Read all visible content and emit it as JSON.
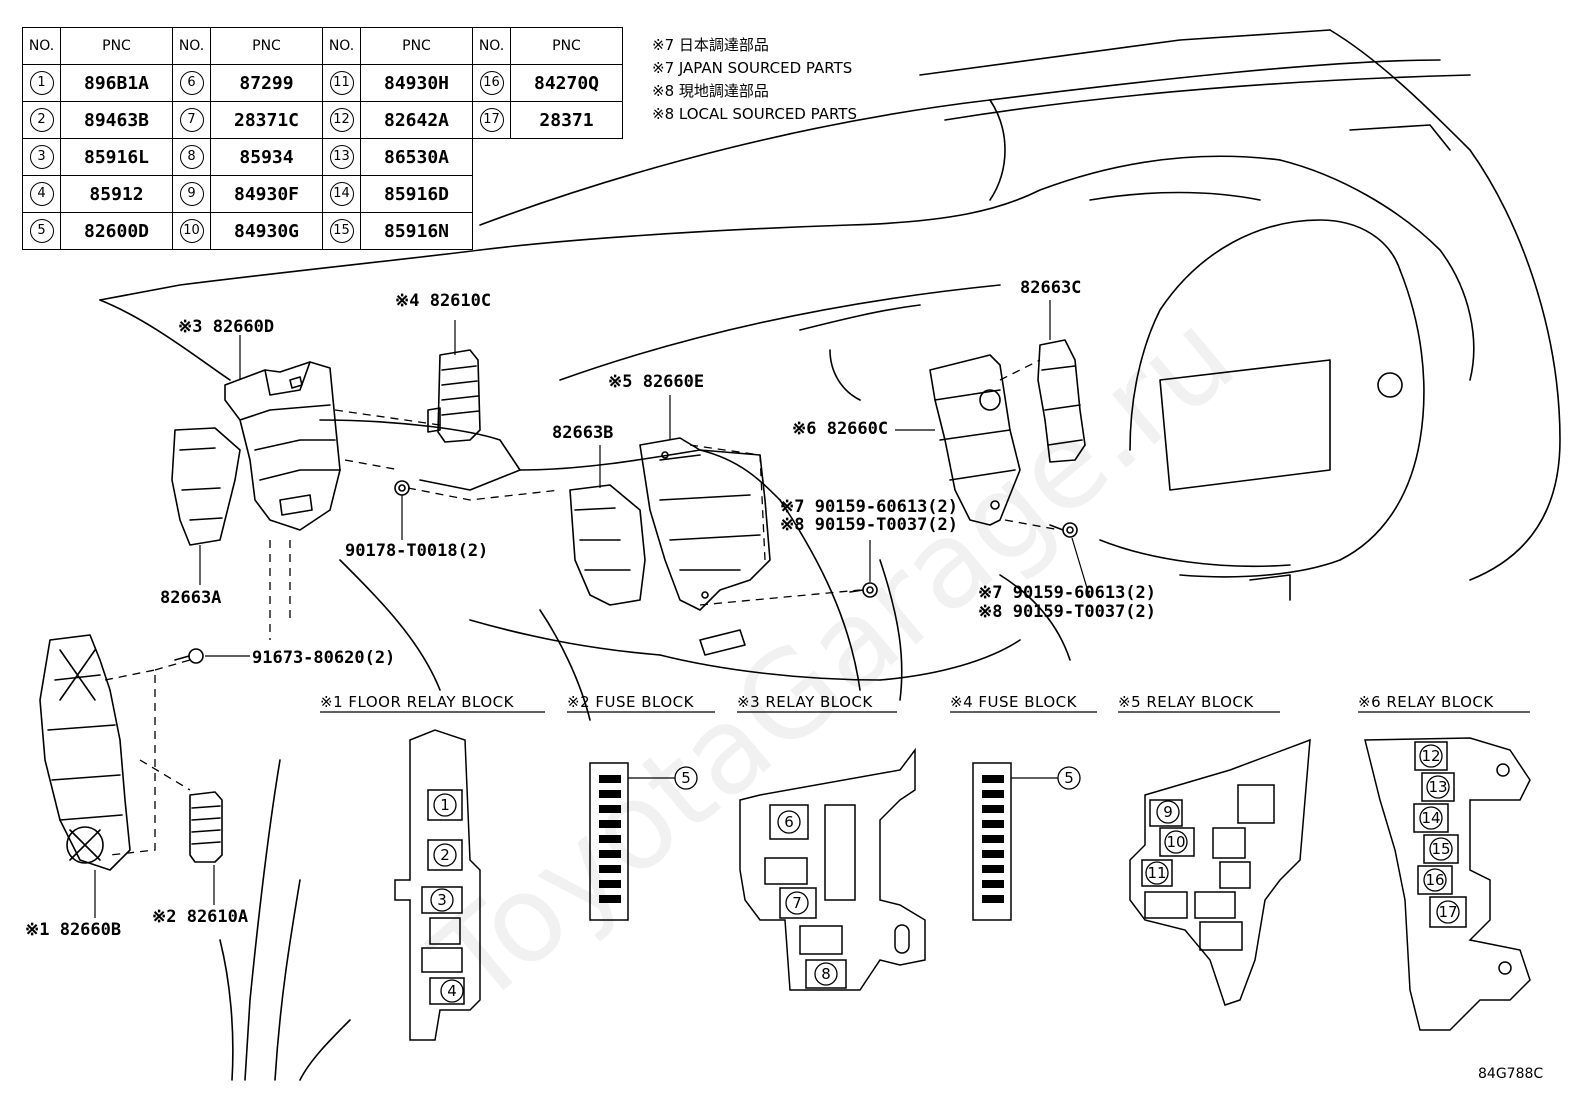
{
  "table": {
    "headers": {
      "no": "NO.",
      "pnc": "PNC"
    },
    "rows": [
      [
        {
          "no": "1",
          "pnc": "896B1A"
        },
        {
          "no": "6",
          "pnc": "87299"
        },
        {
          "no": "11",
          "pnc": "84930H"
        },
        {
          "no": "16",
          "pnc": "84270Q"
        }
      ],
      [
        {
          "no": "2",
          "pnc": "89463B"
        },
        {
          "no": "7",
          "pnc": "28371C"
        },
        {
          "no": "12",
          "pnc": "82642A"
        },
        {
          "no": "17",
          "pnc": "28371"
        }
      ],
      [
        {
          "no": "3",
          "pnc": "85916L"
        },
        {
          "no": "8",
          "pnc": "85934"
        },
        {
          "no": "13",
          "pnc": "86530A"
        },
        null
      ],
      [
        {
          "no": "4",
          "pnc": "85912"
        },
        {
          "no": "9",
          "pnc": "84930F"
        },
        {
          "no": "14",
          "pnc": "85916D"
        },
        null
      ],
      [
        {
          "no": "5",
          "pnc": "82600D"
        },
        {
          "no": "10",
          "pnc": "84930G"
        },
        {
          "no": "15",
          "pnc": "85916N"
        },
        null
      ]
    ]
  },
  "notes": [
    "※7 日本調達部品",
    "※7 JAPAN SOURCED PARTS",
    "※8 現地調達部品",
    "※8 LOCAL SOURCED PARTS"
  ],
  "callouts": {
    "p82660d": "※3 82660D",
    "p82610c": "※4 82610C",
    "p82663a": "82663A",
    "p90178": "90178-T0018(2)",
    "p82660e": "※5 82660E",
    "p82663b": "82663B",
    "p82660c": "※6 82660C",
    "p82663c": "82663C",
    "bolt1_a": "※7 90159-60613(2)",
    "bolt1_b": "※8 90159-T0037(2)",
    "bolt2_a": "※7 90159-60613(2)",
    "bolt2_b": "※8 90159-T0037(2)",
    "p91673": "91673-80620(2)",
    "p82660b": "※1 82660B",
    "p82610a": "※2 82610A"
  },
  "blocks": {
    "floor_relay": "※1 FLOOR RELAY BLOCK",
    "fuse2": "※2 FUSE BLOCK",
    "relay3": "※3 RELAY BLOCK",
    "fuse4": "※4 FUSE BLOCK",
    "relay5": "※5 RELAY BLOCK",
    "relay6": "※6 RELAY BLOCK"
  },
  "block_numbers": {
    "n1": "1",
    "n2": "2",
    "n3": "3",
    "n4": "4",
    "n5a": "5",
    "n5b": "5",
    "n6": "6",
    "n7": "7",
    "n8": "8",
    "n9": "9",
    "n10": "10",
    "n11": "11",
    "n12": "12",
    "n13": "13",
    "n14": "14",
    "n15": "15",
    "n16": "16",
    "n17": "17"
  },
  "watermark": "ToyotaGarage.ru",
  "diagram_code": "84G788C"
}
